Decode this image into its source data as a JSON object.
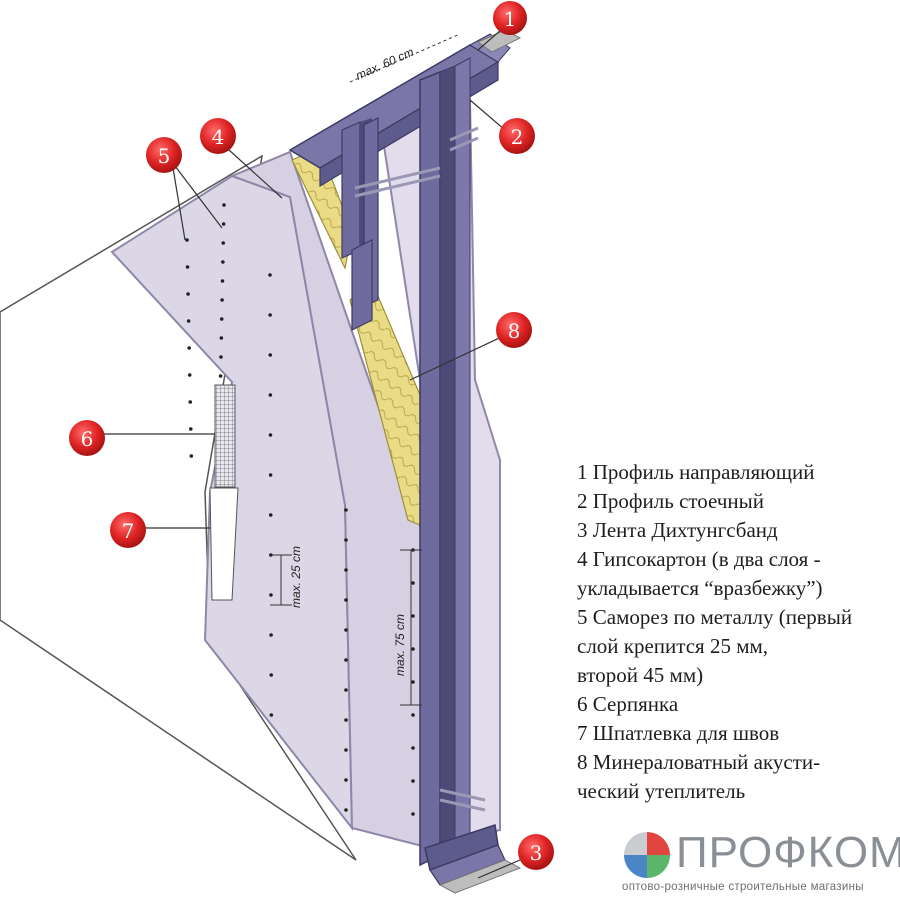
{
  "dimensions": {
    "top_spacing": "max. 60 cm",
    "screw_spacing": "max. 25 cm",
    "stud_spacing": "max. 75 cm"
  },
  "markers": [
    "1",
    "2",
    "3",
    "4",
    "5",
    "6",
    "7",
    "8"
  ],
  "legend": [
    "1 Профиль направляющий",
    "2 Профиль стоечный",
    "3 Лента Дихтунгсбанд",
    "4 Гипсокартон (в два слоя -",
    "укладывается “вразбежку”)",
    "5 Саморез по металлу (первый",
    "слой крепится 25 мм,",
    "второй 45 мм)",
    "6 Серпянка",
    "7 Шпатлевка для швов",
    "8 Минераловатный акусти-",
    "ческий утеплитель"
  ],
  "brand": {
    "name": "ПРОФКОМ",
    "tagline": "оптово-розничные строительные магазины"
  },
  "colors": {
    "profile": "#6f6b9e",
    "profile_dark": "#4d4a78",
    "board": "#dcd7e6",
    "board_edge": "#9a93b0",
    "insulation": "#e7d77a",
    "marker": "#e02626"
  }
}
